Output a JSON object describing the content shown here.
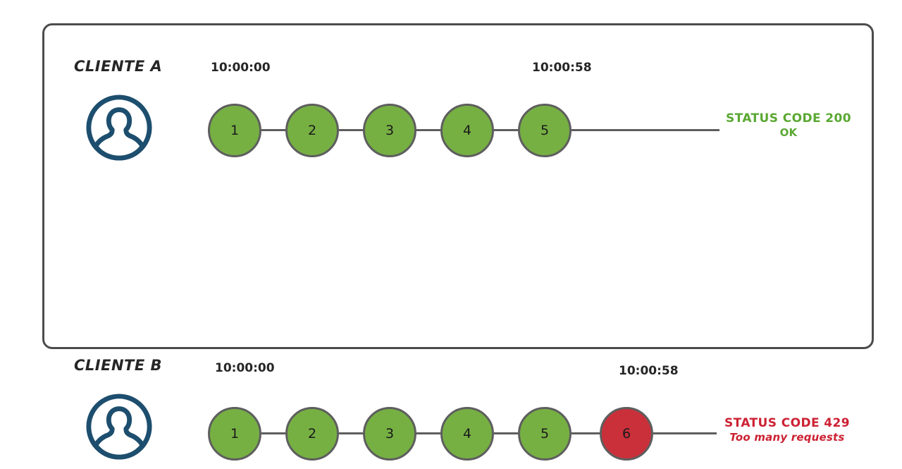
{
  "diagram": {
    "title": "rate-limiting-request-timeline",
    "background": "#ffffff",
    "frame_color": "#4c4c4c",
    "colors": {
      "node_ok": "#76b043",
      "node_fail": "#c9303a",
      "node_border": "#5e5e5e",
      "avatar": "#1d4e6e",
      "status_ok": "#5aa832",
      "status_fail": "#cc2233",
      "text": "#262626"
    }
  },
  "rows": [
    {
      "id": "client-a",
      "label": "CLIENTE A",
      "avatar_icon": "user-avatar-icon",
      "timestamp_start": "10:00:00",
      "timestamp_end": "10:00:58",
      "nodes": [
        {
          "number": "1",
          "state": "ok"
        },
        {
          "number": "2",
          "state": "ok"
        },
        {
          "number": "3",
          "state": "ok"
        },
        {
          "number": "4",
          "state": "ok"
        },
        {
          "number": "5",
          "state": "ok"
        }
      ],
      "status": {
        "state": "ok",
        "line1": "STATUS CODE 200",
        "line2": "OK"
      }
    },
    {
      "id": "client-b",
      "label": "CLIENTE B",
      "avatar_icon": "user-avatar-icon",
      "timestamp_start": "10:00:00",
      "timestamp_end": "10:00:58",
      "nodes": [
        {
          "number": "1",
          "state": "ok"
        },
        {
          "number": "2",
          "state": "ok"
        },
        {
          "number": "3",
          "state": "ok"
        },
        {
          "number": "4",
          "state": "ok"
        },
        {
          "number": "5",
          "state": "ok"
        },
        {
          "number": "6",
          "state": "fail"
        }
      ],
      "status": {
        "state": "fail",
        "line1": "STATUS CODE 429",
        "line2": "Too many requests"
      }
    }
  ]
}
